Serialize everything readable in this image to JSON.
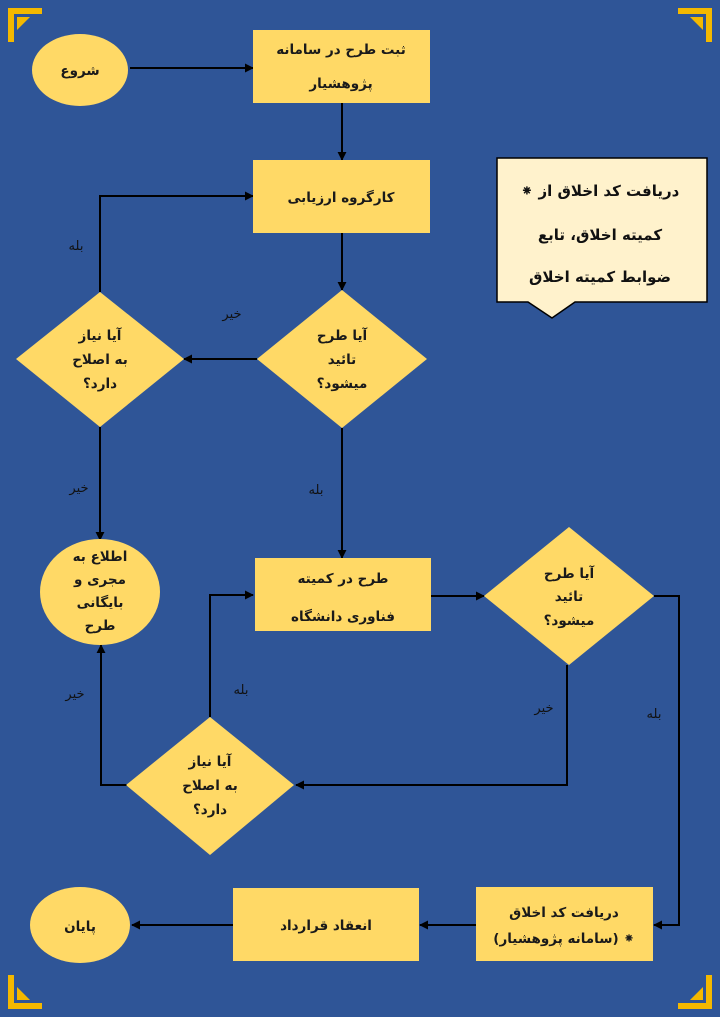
{
  "colors": {
    "background": "#2f5597",
    "node_fill": "#ffd966",
    "corner": "#f4b800",
    "note_fill": "#fff2cc",
    "line": "#000000"
  },
  "nodes": {
    "start": "شروع",
    "register": [
      "ثبت طرح در سامانه",
      "پژوهشیار"
    ],
    "committee": "کارگروه ارزیابی",
    "decision1": [
      "آیا طرح",
      "تائید",
      "میشود؟"
    ],
    "needs_fix1": [
      "آیا نیاز",
      "به اصلاح",
      "دارد؟"
    ],
    "notify": [
      "اطلاع به",
      "مجری و",
      "بایگانی",
      "طرح"
    ],
    "university_committee": [
      "طرح در کمیته",
      "فناوری دانشگاه"
    ],
    "decision2": [
      "آیا طرح",
      "تائید",
      "میشود؟"
    ],
    "needs_fix2": [
      "آیا نیاز",
      "به اصلاح",
      "دارد؟"
    ],
    "ethics_code": [
      "دریافت کد اخلاق",
      "(سامانه پژوهشیار) ⁕"
    ],
    "contract": "انعقاد قرارداد",
    "end": "پایان"
  },
  "edge_labels": {
    "fix1_yes": "بله",
    "d1_no": "خیر",
    "fix1_no": "خیر",
    "d1_yes": "بله",
    "fix2_yes": "بله",
    "fix2_no": "خیر",
    "d2_no": "خیر",
    "d2_yes": "بله"
  },
  "note": [
    "⁕ دریافت کد اخلاق از",
    "کمیته اخلاق، تابع",
    "ضوابط کمیته اخلاق"
  ]
}
